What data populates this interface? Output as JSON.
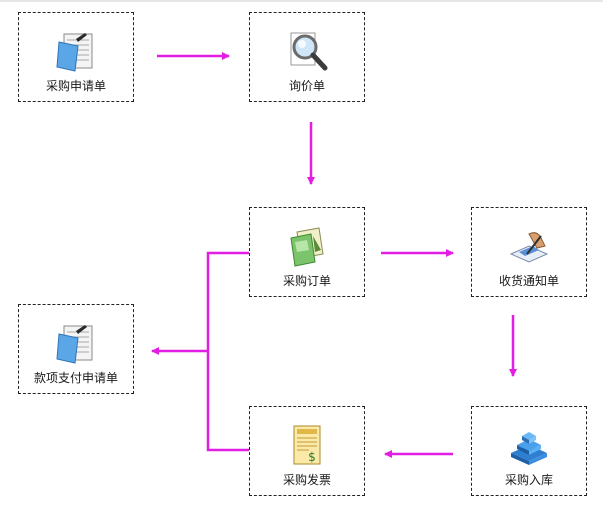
{
  "nodes": {
    "purchase_request": {
      "label": "采购申请单",
      "icon": "form-icon"
    },
    "inquiry": {
      "label": "询价单",
      "icon": "magnifier-icon"
    },
    "purchase_order": {
      "label": "采购订单",
      "icon": "documents-icon"
    },
    "receiving_notice": {
      "label": "收货通知单",
      "icon": "signing-icon"
    },
    "payment_request": {
      "label": "款项支付申请单",
      "icon": "form-icon"
    },
    "purchase_invoice": {
      "label": "采购发票",
      "icon": "invoice-icon"
    },
    "purchase_warehousing": {
      "label": "采购入库",
      "icon": "warehouse-icon"
    }
  },
  "colors": {
    "arrow": "#e31ee3",
    "border": "#222222"
  }
}
